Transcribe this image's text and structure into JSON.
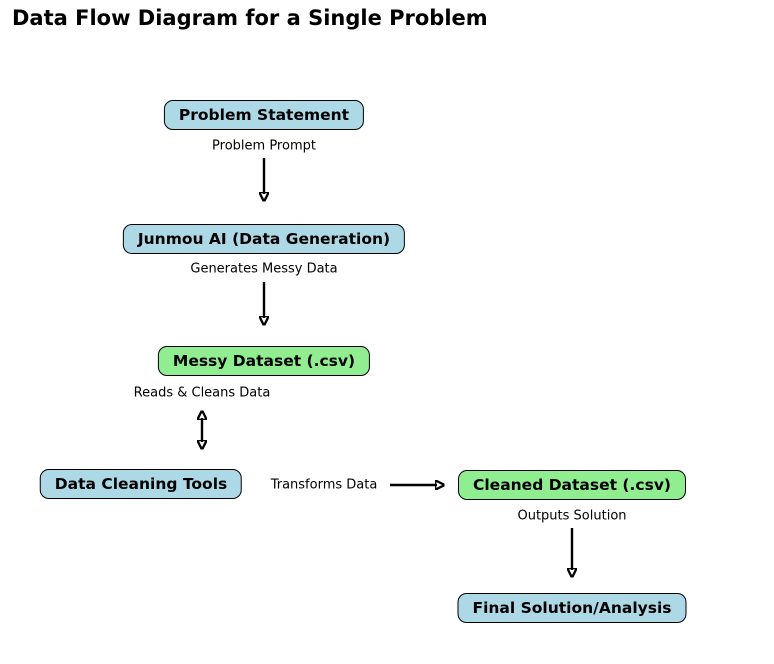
{
  "title": "Data Flow Diagram for a Single Problem",
  "colors": {
    "process_node_fill": "#ADD8E6",
    "data_node_fill": "#90EE90",
    "node_border": "#000000",
    "arrow": "#000000",
    "background": "#FFFFFF",
    "text": "#000000"
  },
  "nodes": [
    {
      "id": "problem-statement",
      "label": "Problem Statement",
      "type": "process"
    },
    {
      "id": "junmou-ai",
      "label": "Junmou AI (Data Generation)",
      "type": "process"
    },
    {
      "id": "messy-dataset",
      "label": "Messy Dataset (.csv)",
      "type": "data"
    },
    {
      "id": "data-cleaning-tools",
      "label": "Data Cleaning Tools",
      "type": "process"
    },
    {
      "id": "cleaned-dataset",
      "label": "Cleaned Dataset (.csv)",
      "type": "data"
    },
    {
      "id": "final-solution",
      "label": "Final Solution/Analysis",
      "type": "process"
    }
  ],
  "edges": [
    {
      "label": "Problem Prompt",
      "from": "Problem Statement",
      "to": "Junmou AI (Data Generation)",
      "direction": "down"
    },
    {
      "label": "Generates Messy Data",
      "from": "Junmou AI (Data Generation)",
      "to": "Messy Dataset (.csv)",
      "direction": "down"
    },
    {
      "label": "Reads & Cleans Data",
      "from": "Messy Dataset (.csv)",
      "to": "Data Cleaning Tools",
      "direction": "bidirectional"
    },
    {
      "label": "Transforms Data",
      "from": "Data Cleaning Tools",
      "to": "Cleaned Dataset (.csv)",
      "direction": "right"
    },
    {
      "label": "Outputs Solution",
      "from": "Cleaned Dataset (.csv)",
      "to": "Final Solution/Analysis",
      "direction": "down"
    }
  ]
}
